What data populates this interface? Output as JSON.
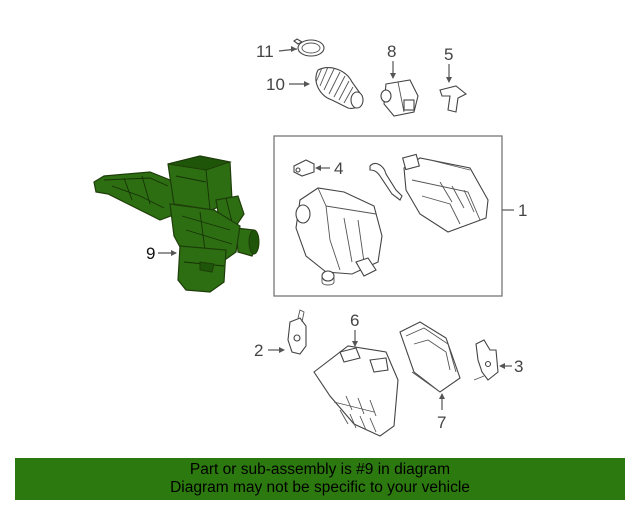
{
  "callouts": {
    "c1": "1",
    "c2": "2",
    "c3": "3",
    "c4": "4",
    "c5": "5",
    "c6": "6",
    "c7": "7",
    "c8": "8",
    "c9": "9",
    "c10": "10",
    "c11": "11"
  },
  "highlighted_part": "9",
  "colors": {
    "highlight": "#2d6e12",
    "banner": "#2c7a0f"
  },
  "banner": {
    "line1": "Part or sub-assembly is #9 in diagram",
    "line2": "Diagram may not be specific to your vehicle"
  }
}
